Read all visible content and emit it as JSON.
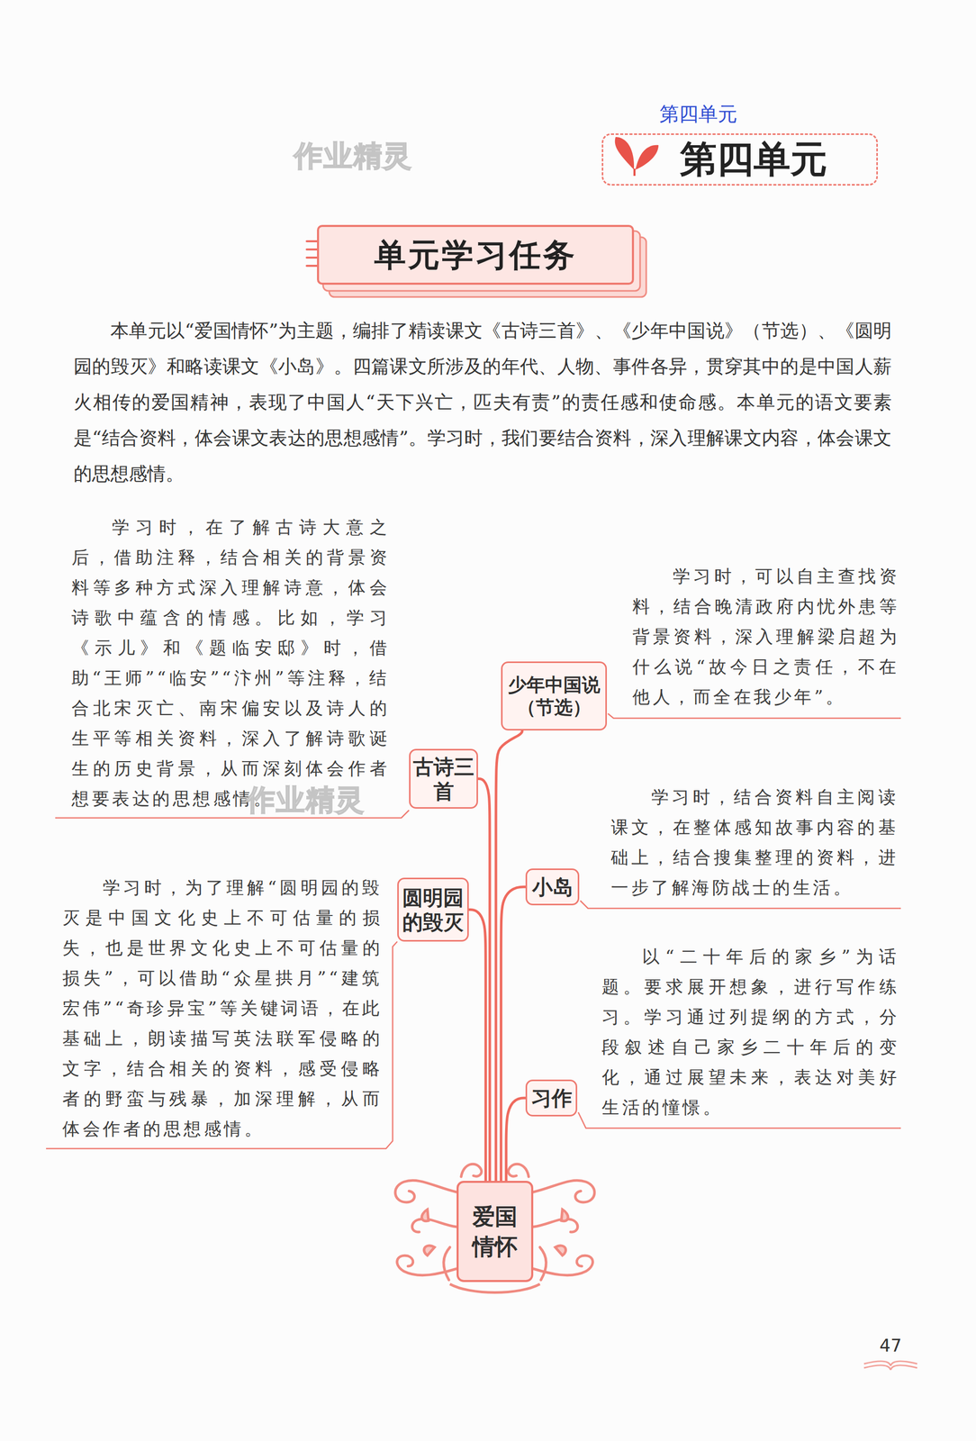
{
  "diagram": {
    "nodes": [
      {
        "text": [
          "第四单元"
        ]
      },
      {
        "text": [
          "单元学习任务"
        ]
      },
      {
        "text": [
          "少年中国说（节选）"
        ]
      },
      {
        "text": [
          "古诗三首"
        ]
      },
      {
        "text": [
          "圆明园的毁灭"
        ]
      },
      {
        "text": [
          "小岛"
        ]
      },
      {
        "text": [
          "习作"
        ]
      },
      {
        "text": [
          "爱国情怀"
        ]
      }
    ],
    "edges": [
      {
        "from": 7,
        "to": 2,
        "arrow": "none"
      },
      {
        "from": 7,
        "to": 3,
        "arrow": "none"
      },
      {
        "from": 7,
        "to": 4,
        "arrow": "none"
      },
      {
        "from": 7,
        "to": 5,
        "arrow": "none"
      },
      {
        "from": 7,
        "to": 6,
        "arrow": "none"
      }
    ],
    "labels": [
      "第四单元",
      "作业精灵",
      "本单元以“爱国情怀”为主题，编排了精读课文《古诗三首》、《少年中国说》（节选）、《圆明园的毁灭》和略读课文《小岛》。四篇课文所涉及的年代、人物、事件各异，贯穿其中的是中国人薪火相传的爱国精神，表现了中国人“天下兴亡，匹夫有责”的责任感和使命感。本单元的语文要素是“结合资料，体会课文表达的思想感情”。学习时，我们要结合资料，深入理解课文内容，体会课文的思想感情。",
      "学习时，在了解古诗大意之后，借助注释，结合相关的背景资料等多种方式深入理解诗意，体会诗歌中蕴含的情感。比如，学习《示儿》和《题临安邸》时，借助“王师”“临安”“汴州”等注释，结合北宋灭亡、南宋偏安以及诗人的生平等相关资料，深入了解诗歌诞生的历史背景，从而深刻体会作者想要表达的思想感情。",
      "作业精灵",
      "学习时，可以自主查找资料，结合晚清政府内忧外患等背景资料，深入理解梁启超为什么说“故今日之责任，不在他人，而全在我少年”。",
      "学习时，结合资料自主阅读课文，在整体感知故事内容的基础上，结合搜集整理的资料，进一步了解海防战士的生活。",
      "学习时，为了理解“圆明园的毁灭是中国文化史上不可估量的损失，也是世界文化史上不可估量的损失”，可以借助“众星拱月”“建筑宏伟”“奇珍异宝”等关键词语，在此基础上，朗读描写英法联军侵略的文字，结合相关的资料，感受侵略者的野蛮与残暴，加深理解，从而体会作者的思想感情。",
      "以“二十年后的家乡”为话题。要求展开想象，进行写作练习。学习通过列提纲的方式，分段叙述自己家乡二十年后的变化，通过展望未来，表达对美好生活的憧憬。",
      "47"
    ]
  }
}
